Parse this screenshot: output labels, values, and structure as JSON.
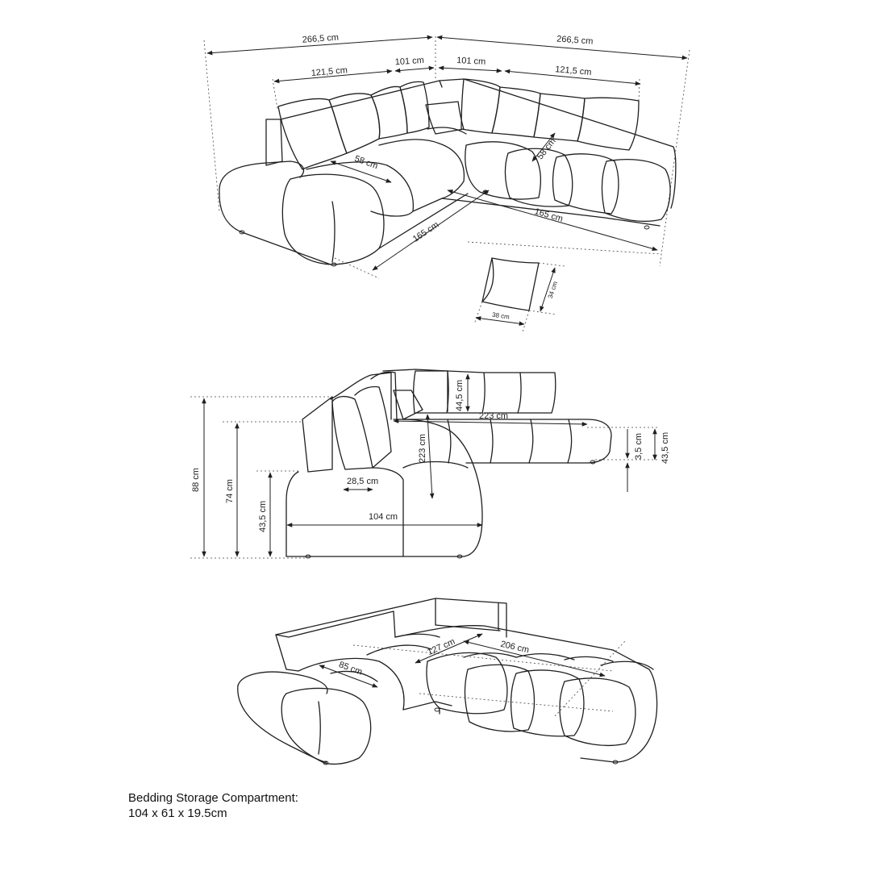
{
  "top_view": {
    "total_left": "266,5 cm",
    "total_right": "266,5 cm",
    "back_left": "121,5 cm",
    "back_mid_left": "101 cm",
    "back_mid_right": "101 cm",
    "back_right": "121,5 cm",
    "seat_depth_left": "58 cm",
    "seat_depth_right": "58 cm",
    "front_left": "165 cm",
    "front_right": "165 cm",
    "cushion_height": "34 cm",
    "cushion_width": "38 cm"
  },
  "side_view": {
    "total_height": "88 cm",
    "back_height": "74 cm",
    "seat_height_left": "43,5 cm",
    "back_cushion_height": "44,5 cm",
    "length": "223 cm",
    "depth": "223 cm",
    "arm_width": "28,5 cm",
    "width": "104 cm",
    "foot_height": "3,5 cm",
    "seat_height_right": "43,5 cm"
  },
  "bed_view": {
    "depth": "85 cm",
    "middle": "127 cm",
    "length": "206 cm"
  },
  "caption": {
    "line1": "Bedding Storage Compartment:",
    "line2": "104 x 61 x 19.5cm"
  }
}
